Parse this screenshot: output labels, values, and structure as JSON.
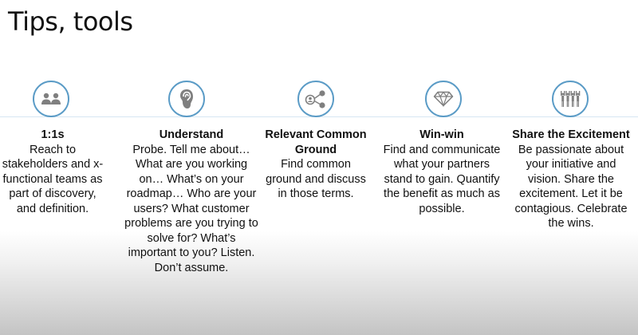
{
  "slide": {
    "title": "Tips, tools"
  },
  "colors": {
    "icon_ring": "#5a9bc6",
    "icon_fill": "#7f7f7f",
    "divider": "#d6e6f2"
  },
  "columns": [
    {
      "icon": "two-people-icon",
      "heading": "1:1s",
      "body": "Reach to stakeholders and x-functional teams as part of discovery, and definition."
    },
    {
      "icon": "ear-icon",
      "heading": "Understand",
      "body": "Probe. Tell me about… What are you working on… What’s on your roadmap… Who are your users? What customer problems are you trying to solve for? What’s important to you? Listen. Don’t assume."
    },
    {
      "icon": "share-network-icon",
      "heading": "Relevant Common Ground",
      "body": "Find common ground and discuss in those terms."
    },
    {
      "icon": "diamond-icon",
      "heading": "Win-win",
      "body": "Find and communicate what your partners stand to gain. Quantify the benefit as much as possible."
    },
    {
      "icon": "cheering-crowd-icon",
      "heading": "Share the Excitement",
      "body": "Be passionate about your initiative and vision. Share the excitement. Let it be contagious. Celebrate the wins."
    }
  ]
}
